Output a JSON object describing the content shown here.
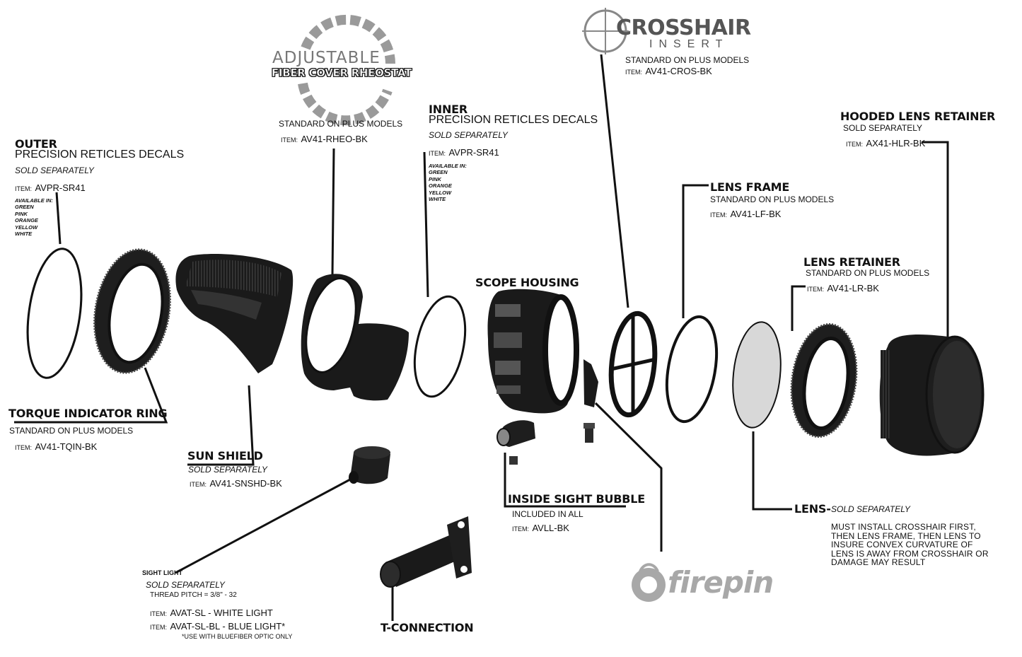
{
  "logos": {
    "rheostat": {
      "line1": "ADJUSTABLE",
      "line2": "FIBER COVER RHEOSTAT"
    },
    "crosshair": {
      "line1": "CROSSHAIR",
      "line2": "INSERT"
    },
    "firepin": {
      "text": "firepin"
    }
  },
  "parts": {
    "outer_decals": {
      "title1": "OUTER",
      "title2": "PRECISION RETICLES DECALS",
      "sub": "SOLD SEPARATELY",
      "item_prefix": "ITEM:",
      "item": "AVPR-SR41",
      "avail_title": "AVAILABLE IN:",
      "colors": [
        "GREEN",
        "PINK",
        "ORANGE",
        "YELLOW",
        "WHITE"
      ]
    },
    "torque_ring": {
      "title": "TORQUE INDICATOR RING",
      "sub": "STANDARD ON PLUS MODELS",
      "item_prefix": "ITEM:",
      "item": "AV41-TQIN-BK"
    },
    "sun_shield": {
      "title": "SUN SHIELD",
      "sub": "SOLD SEPARATELY",
      "item_prefix": "ITEM:",
      "item": "AV41-SNSHD-BK"
    },
    "rheostat": {
      "sub": "STANDARD ON PLUS MODELS",
      "item_prefix": "ITEM:",
      "item": "AV41-RHEO-BK"
    },
    "inner_decals": {
      "title1": "INNER",
      "title2": "PRECISION RETICLES DECALS",
      "sub": "SOLD SEPARATELY",
      "item_prefix": "ITEM:",
      "item": "AVPR-SR41",
      "avail_title": "AVAILABLE IN:",
      "colors": [
        "GREEN",
        "PINK",
        "ORANGE",
        "YELLOW",
        "WHITE"
      ]
    },
    "scope_housing": {
      "title": "SCOPE HOUSING"
    },
    "crosshair": {
      "sub": "STANDARD ON PLUS MODELS",
      "item_prefix": "ITEM:",
      "item": "AV41-CROS-BK"
    },
    "lens_frame": {
      "title": "LENS FRAME",
      "sub": "STANDARD ON PLUS MODELS",
      "item_prefix": "ITEM:",
      "item": "AV41-LF-BK"
    },
    "lens_retainer": {
      "title": "LENS RETAINER",
      "sub": "STANDARD ON PLUS MODELS",
      "item_prefix": "ITEM:",
      "item": "AV41-LR-BK"
    },
    "hooded_retainer": {
      "title": "HOODED LENS RETAINER",
      "sub": "SOLD SEPARATELY",
      "item_prefix": "ITEM:",
      "item": "AX41-HLR-BK"
    },
    "lens": {
      "title": "LENS-",
      "sub": "SOLD SEPARATELY",
      "note": [
        "MUST INSTALL CROSSHAIR FIRST,",
        "THEN LENS FRAME, THEN LENS TO",
        "INSURE CONVEX CURVATURE OF",
        "LENS IS AWAY FROM CROSSHAIR OR",
        "DAMAGE MAY RESULT"
      ]
    },
    "sight_bubble": {
      "title": "INSIDE SIGHT BUBBLE",
      "sub": "INCLUDED IN ALL",
      "item_prefix": "ITEM:",
      "item": "AVLL-BK"
    },
    "sight_light": {
      "title": "SIGHT LIGHT",
      "sub": "SOLD SEPARATELY",
      "thread": "THREAD PITCH = 3/8\" - 32",
      "item_prefix": "ITEM:",
      "item1": "AVAT-SL - WHITE LIGHT",
      "item2": "AVAT-SL-BL - BLUE LIGHT*",
      "footnote": "*USE WITH BLUEFIBER OPTIC ONLY"
    },
    "t_connection": {
      "title": "T-CONNECTION"
    }
  }
}
